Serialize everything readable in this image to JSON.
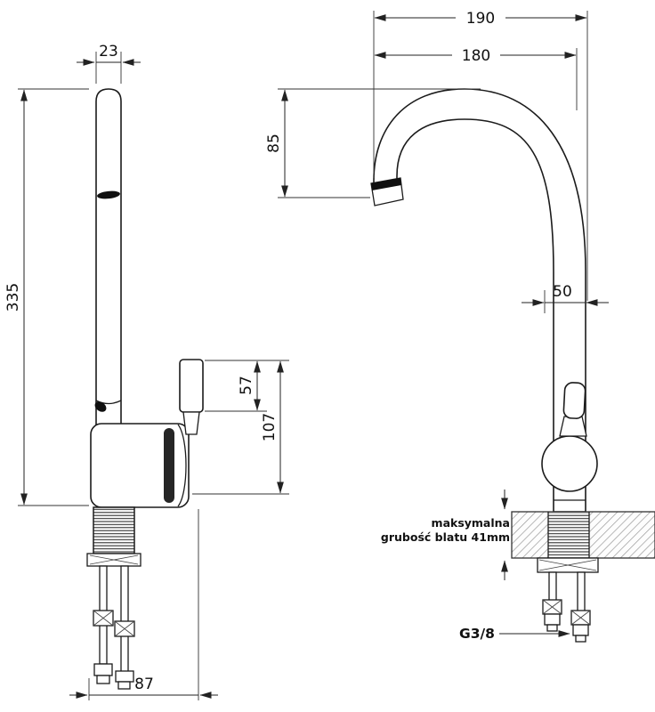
{
  "drawing": {
    "title": "faucet-technical-drawing",
    "left_view": {
      "spout_width": "23",
      "total_height": "335",
      "handle_height": "57",
      "body_height": "107",
      "base_width": "87"
    },
    "right_view": {
      "overall_width": "190",
      "spout_reach": "180",
      "spout_drop": "85",
      "body_width": "50",
      "counter_note_line1": "maksymalna",
      "counter_note_line2": "grubość blatu 41mm",
      "thread_label": "G3/8"
    }
  }
}
